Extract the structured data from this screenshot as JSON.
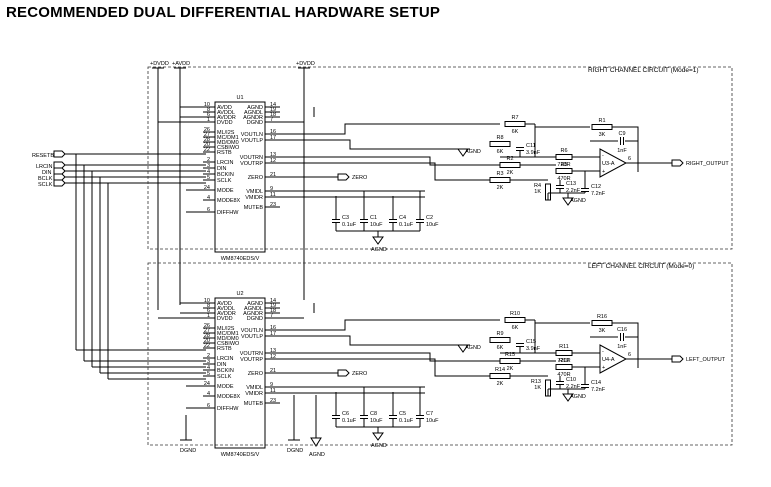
{
  "title": "RECOMMENDED DUAL DIFFERENTIAL HARDWARE SETUP",
  "rails": {
    "dvdd": "+DVDD",
    "avdd": "+AVDD",
    "dvdd2": "+DVDD"
  },
  "inputs": [
    "RESETB",
    "LRCIN",
    "DIN",
    "BCLK",
    "SCLK"
  ],
  "ground_labels": {
    "dgnd": "DGND",
    "agnd": "AGND"
  },
  "channels": [
    {
      "box_label": "RIGHT CHANNEL CIRCUIT (Mode=1)",
      "ref": "U1",
      "part": "WM8740EDS/V",
      "pins_left": [
        {
          "num": "10",
          "name": "AVDD"
        },
        {
          "num": "8",
          "name": "AVDDL"
        },
        {
          "num": "6",
          "name": "AVDDR"
        },
        {
          "num": "1",
          "name": "DVDD"
        },
        {
          "num": "26",
          "name": "ML/I2S"
        },
        {
          "num": "27",
          "name": "MC/DM1"
        },
        {
          "num": "28",
          "name": "MD/DM0"
        },
        {
          "num": "20",
          "name": "CSBIWO"
        },
        {
          "num": "22",
          "name": "RSTB"
        },
        {
          "num": "2",
          "name": "LRCIN"
        },
        {
          "num": "3",
          "name": "DIN"
        },
        {
          "num": "4",
          "name": "BCKIN"
        },
        {
          "num": "5",
          "name": "SCLK"
        },
        {
          "num": "24",
          "name": "MODE"
        },
        {
          "num": "4",
          "name": "MODE8X"
        },
        {
          "num": "6",
          "name": "DIFFHW"
        }
      ],
      "pins_right": [
        {
          "num": "14",
          "name": "AGND"
        },
        {
          "num": "19",
          "name": "AGNDL"
        },
        {
          "num": "18",
          "name": "AGNDR"
        },
        {
          "num": "7",
          "name": "DGND"
        },
        {
          "num": "16",
          "name": "VOUTLN"
        },
        {
          "num": "17",
          "name": "VOUTLP"
        },
        {
          "num": "13",
          "name": "VOUTRN"
        },
        {
          "num": "12",
          "name": "VOUTRP"
        },
        {
          "num": "21",
          "name": "ZERO"
        },
        {
          "num": "9",
          "name": "VMIDL"
        },
        {
          "num": "11",
          "name": "VMIDR"
        },
        {
          "num": "23",
          "name": "MUTEB"
        }
      ],
      "zero_label": "ZERO",
      "caps": [
        {
          "ref": "C3",
          "val": "0.1uF"
        },
        {
          "ref": "C1",
          "val": "10uF"
        },
        {
          "ref": "C4",
          "val": "0.1uF"
        },
        {
          "ref": "C2",
          "val": "10uF"
        }
      ],
      "resistors": [
        {
          "ref": "R7",
          "val": "6K"
        },
        {
          "ref": "R1",
          "val": "3K"
        },
        {
          "ref": "R8",
          "val": "6K"
        },
        {
          "ref": "R6",
          "val": "720R"
        },
        {
          "ref": "R2",
          "val": "2K"
        },
        {
          "ref": "R5",
          "val": "470R"
        },
        {
          "ref": "R3",
          "val": "2K"
        },
        {
          "ref": "R4",
          "val": "1K"
        }
      ],
      "other_caps": [
        {
          "ref": "C9",
          "val": "1nF"
        },
        {
          "ref": "C11",
          "val": "3.9nF"
        },
        {
          "ref": "C13",
          "val": "2.2nF"
        },
        {
          "ref": "C12",
          "val": "7.2nF"
        }
      ],
      "opamp": "U3-A",
      "opamp_pin": "6",
      "output": "RIGHT_OUTPUT"
    },
    {
      "box_label": "LEFT CHANNEL CIRCUIT (Mode=0)",
      "ref": "U2",
      "part": "WM8740EDS/V",
      "pins_left": [
        {
          "num": "10",
          "name": "AVDD"
        },
        {
          "num": "8",
          "name": "AVDDL"
        },
        {
          "num": "6",
          "name": "AVDDR"
        },
        {
          "num": "1",
          "name": "DVDD"
        },
        {
          "num": "26",
          "name": "ML/I2S"
        },
        {
          "num": "27",
          "name": "MC/DM1"
        },
        {
          "num": "28",
          "name": "MD/DM0"
        },
        {
          "num": "20",
          "name": "CSBIWO"
        },
        {
          "num": "22",
          "name": "RSTB"
        },
        {
          "num": "2",
          "name": "LRCIN"
        },
        {
          "num": "3",
          "name": "DIN"
        },
        {
          "num": "4",
          "name": "BCKIN"
        },
        {
          "num": "5",
          "name": "SCLK"
        },
        {
          "num": "24",
          "name": "MODE"
        },
        {
          "num": "4",
          "name": "MODE8X"
        },
        {
          "num": "6",
          "name": "DIFFHW"
        }
      ],
      "pins_right": [
        {
          "num": "14",
          "name": "AGND"
        },
        {
          "num": "19",
          "name": "AGNDL"
        },
        {
          "num": "18",
          "name": "AGNDR"
        },
        {
          "num": "7",
          "name": "DGND"
        },
        {
          "num": "16",
          "name": "VOUTLN"
        },
        {
          "num": "17",
          "name": "VOUTLP"
        },
        {
          "num": "13",
          "name": "VOUTRN"
        },
        {
          "num": "12",
          "name": "VOUTRP"
        },
        {
          "num": "21",
          "name": "ZERO"
        },
        {
          "num": "9",
          "name": "VMIDL"
        },
        {
          "num": "11",
          "name": "VMIDR"
        },
        {
          "num": "23",
          "name": "MUTEB"
        }
      ],
      "zero_label": "ZERO",
      "caps": [
        {
          "ref": "C6",
          "val": "0.1uF"
        },
        {
          "ref": "C8",
          "val": "10uF"
        },
        {
          "ref": "C5",
          "val": "0.1uF"
        },
        {
          "ref": "C7",
          "val": "10uF"
        }
      ],
      "resistors": [
        {
          "ref": "R10",
          "val": "6K"
        },
        {
          "ref": "R16",
          "val": "3K"
        },
        {
          "ref": "R9",
          "val": "6K"
        },
        {
          "ref": "R11",
          "val": "720R"
        },
        {
          "ref": "R15",
          "val": "2K"
        },
        {
          "ref": "R12",
          "val": "470R"
        },
        {
          "ref": "R14",
          "val": "2K"
        },
        {
          "ref": "R13",
          "val": "1K"
        }
      ],
      "other_caps": [
        {
          "ref": "C16",
          "val": "1nF"
        },
        {
          "ref": "C15",
          "val": "3.9nF"
        },
        {
          "ref": "C10",
          "val": "2.2nF"
        },
        {
          "ref": "C14",
          "val": "7.2nF"
        }
      ],
      "opamp": "U4-A",
      "opamp_pin": "6",
      "output": "LEFT_OUTPUT"
    }
  ]
}
